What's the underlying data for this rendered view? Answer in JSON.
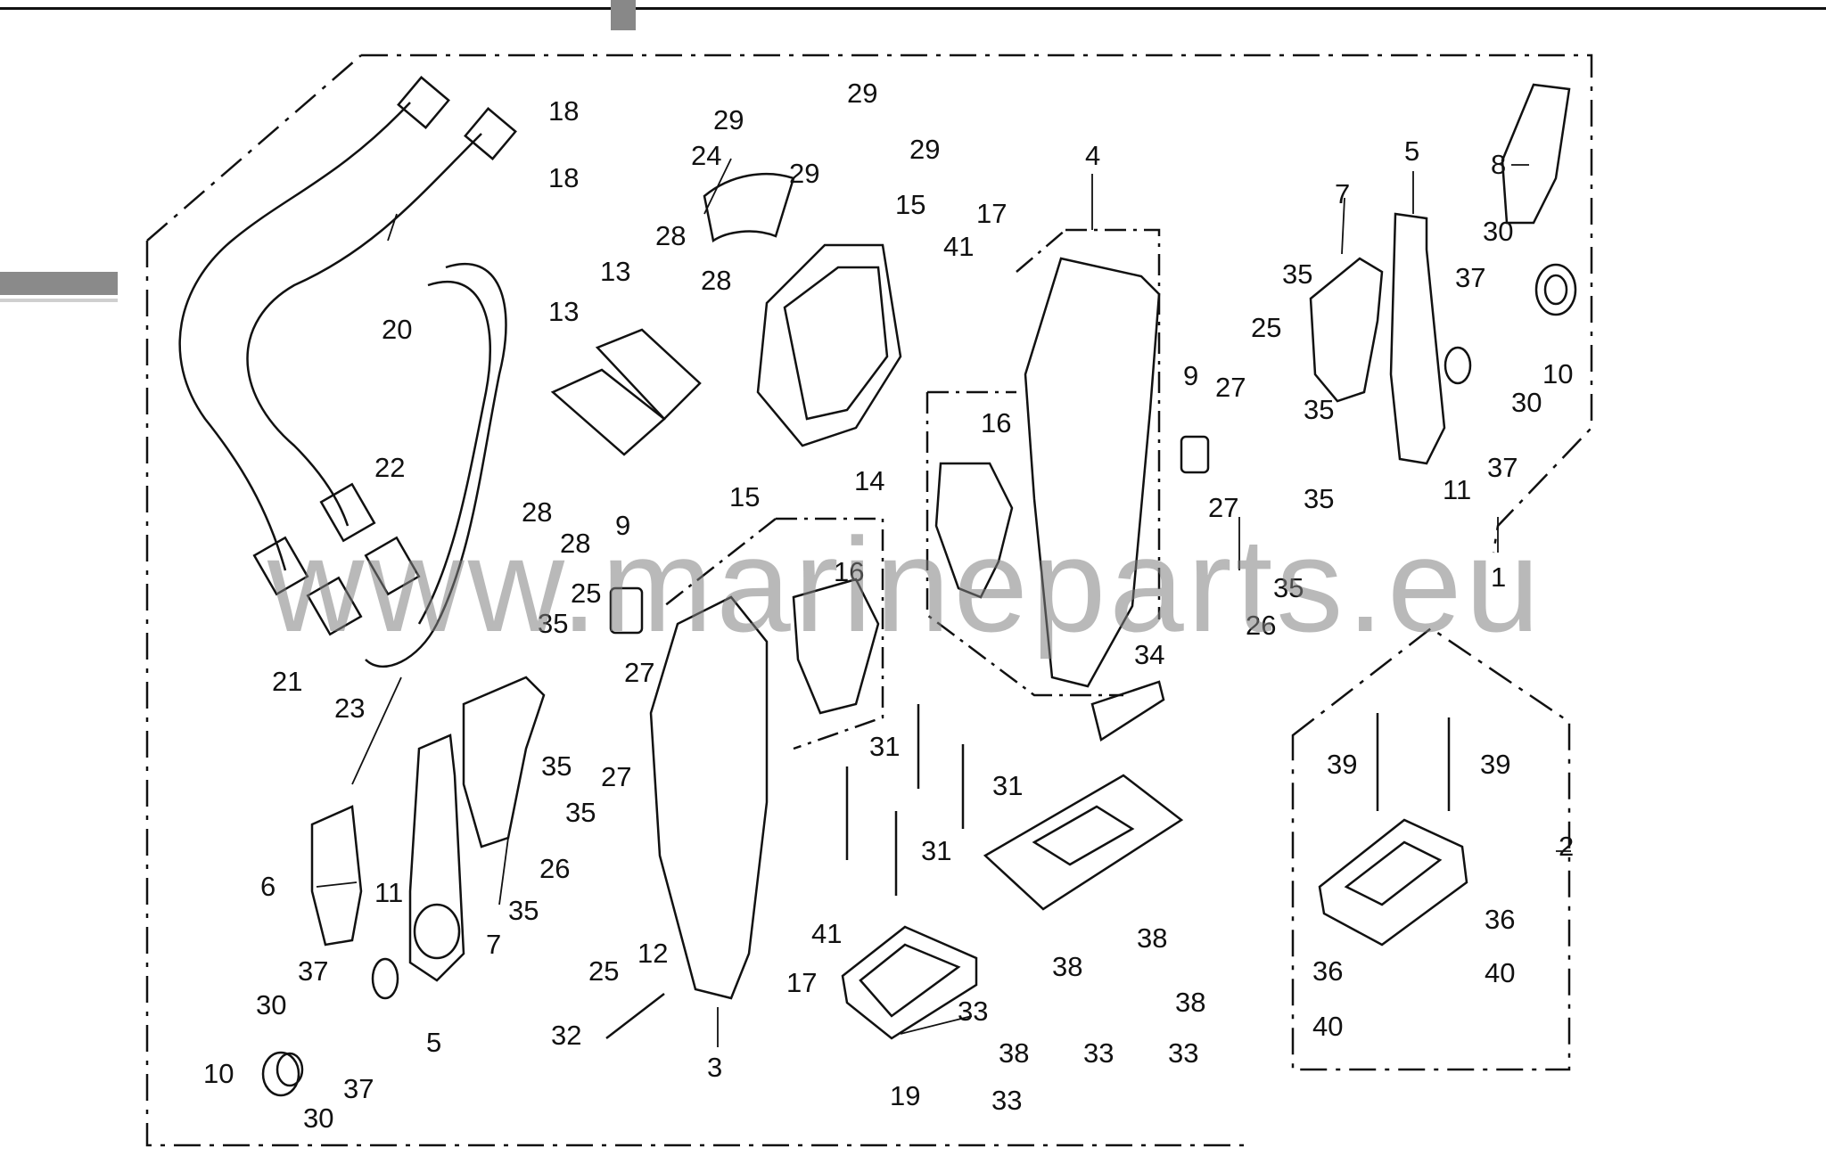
{
  "watermark": "www.marineparts.eu",
  "diagram": {
    "callouts": [
      {
        "id": "c1",
        "text": "20"
      },
      {
        "id": "c2",
        "text": "21"
      },
      {
        "id": "c3",
        "text": "22"
      },
      {
        "id": "c4",
        "text": "23"
      },
      {
        "id": "c5",
        "text": "18"
      },
      {
        "id": "c6",
        "text": "18"
      },
      {
        "id": "c7",
        "text": "29"
      },
      {
        "id": "c8",
        "text": "29"
      },
      {
        "id": "c9",
        "text": "29"
      },
      {
        "id": "c10",
        "text": "29"
      },
      {
        "id": "c11",
        "text": "24"
      },
      {
        "id": "c12",
        "text": "28"
      },
      {
        "id": "c13",
        "text": "28"
      },
      {
        "id": "c14",
        "text": "28"
      },
      {
        "id": "c15",
        "text": "28"
      },
      {
        "id": "c16",
        "text": "13"
      },
      {
        "id": "c17",
        "text": "13"
      },
      {
        "id": "c18",
        "text": "15"
      },
      {
        "id": "c19",
        "text": "15"
      },
      {
        "id": "c20",
        "text": "14"
      },
      {
        "id": "c21",
        "text": "17"
      },
      {
        "id": "c22",
        "text": "41"
      },
      {
        "id": "c23",
        "text": "4"
      },
      {
        "id": "c24",
        "text": "16"
      },
      {
        "id": "c25",
        "text": "16"
      },
      {
        "id": "c26",
        "text": "9"
      },
      {
        "id": "c27",
        "text": "9"
      },
      {
        "id": "c28",
        "text": "7"
      },
      {
        "id": "c29",
        "text": "5"
      },
      {
        "id": "c30",
        "text": "8"
      },
      {
        "id": "c31",
        "text": "35"
      },
      {
        "id": "c32",
        "text": "25"
      },
      {
        "id": "c33",
        "text": "27"
      },
      {
        "id": "c34",
        "text": "35"
      },
      {
        "id": "c35",
        "text": "27"
      },
      {
        "id": "c36",
        "text": "35"
      },
      {
        "id": "c37",
        "text": "26"
      },
      {
        "id": "c38",
        "text": "35"
      },
      {
        "id": "c39",
        "text": "34"
      },
      {
        "id": "c40",
        "text": "37"
      },
      {
        "id": "c41",
        "text": "30"
      },
      {
        "id": "c42",
        "text": "10"
      },
      {
        "id": "c43",
        "text": "30"
      },
      {
        "id": "c44",
        "text": "11"
      },
      {
        "id": "c45",
        "text": "37"
      },
      {
        "id": "c46",
        "text": "1"
      },
      {
        "id": "c47",
        "text": "35"
      },
      {
        "id": "c48",
        "text": "25"
      },
      {
        "id": "c49",
        "text": "27"
      },
      {
        "id": "c50",
        "text": "35"
      },
      {
        "id": "c51",
        "text": "27"
      },
      {
        "id": "c52",
        "text": "35"
      },
      {
        "id": "c53",
        "text": "26"
      },
      {
        "id": "c54",
        "text": "35"
      },
      {
        "id": "c55",
        "text": "6"
      },
      {
        "id": "c56",
        "text": "11"
      },
      {
        "id": "c57",
        "text": "37"
      },
      {
        "id": "c58",
        "text": "30"
      },
      {
        "id": "c59",
        "text": "37"
      },
      {
        "id": "c60",
        "text": "10"
      },
      {
        "id": "c61",
        "text": "30"
      },
      {
        "id": "c62",
        "text": "5"
      },
      {
        "id": "c63",
        "text": "7"
      },
      {
        "id": "c64",
        "text": "25"
      },
      {
        "id": "c65",
        "text": "12"
      },
      {
        "id": "c66",
        "text": "32"
      },
      {
        "id": "c67",
        "text": "3"
      },
      {
        "id": "c68",
        "text": "17"
      },
      {
        "id": "c69",
        "text": "41"
      },
      {
        "id": "c70",
        "text": "31"
      },
      {
        "id": "c71",
        "text": "31"
      },
      {
        "id": "c72",
        "text": "31"
      },
      {
        "id": "c73",
        "text": "19"
      },
      {
        "id": "c74",
        "text": "38"
      },
      {
        "id": "c75",
        "text": "38"
      },
      {
        "id": "c76",
        "text": "33"
      },
      {
        "id": "c77",
        "text": "33"
      },
      {
        "id": "c78",
        "text": "38"
      },
      {
        "id": "c79",
        "text": "38"
      },
      {
        "id": "c80",
        "text": "33"
      },
      {
        "id": "c81",
        "text": "33"
      },
      {
        "id": "c82",
        "text": "39"
      },
      {
        "id": "c83",
        "text": "39"
      },
      {
        "id": "c84",
        "text": "2"
      },
      {
        "id": "c85",
        "text": "36"
      },
      {
        "id": "c86",
        "text": "36"
      },
      {
        "id": "c87",
        "text": "40"
      },
      {
        "id": "c88",
        "text": "40"
      }
    ]
  }
}
